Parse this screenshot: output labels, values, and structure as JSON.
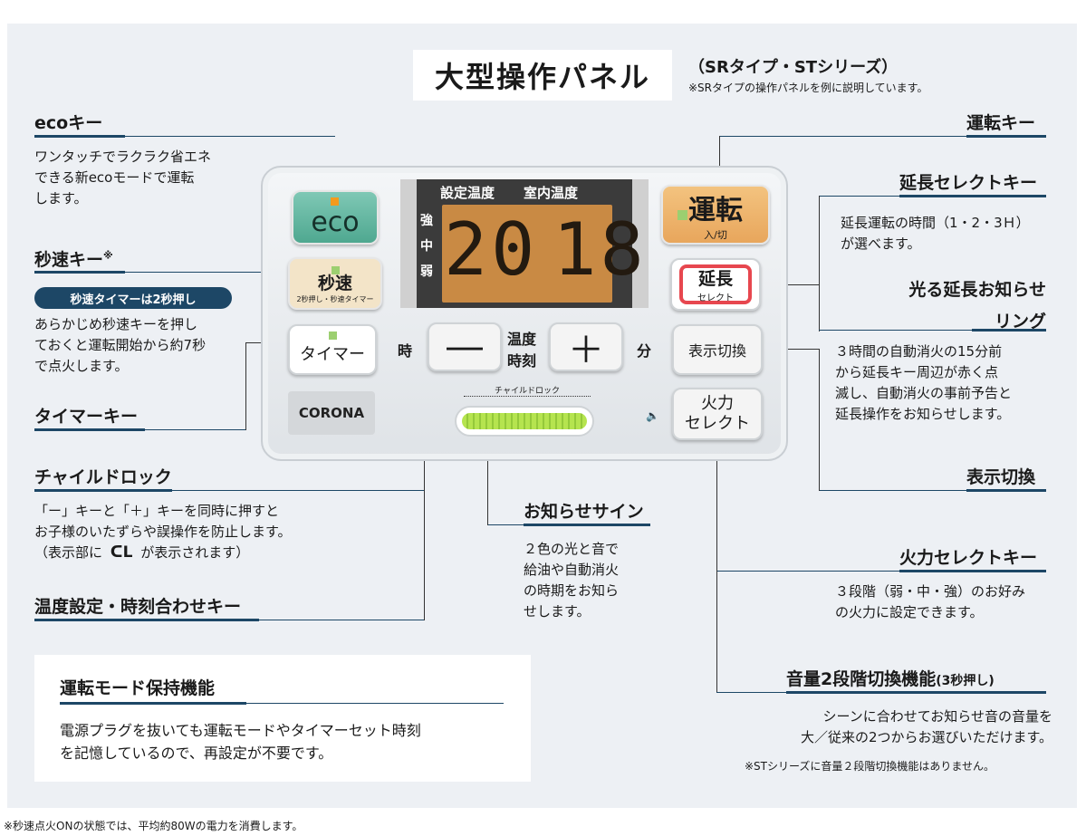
{
  "title": {
    "main": "大型操作パネル",
    "sub": "（SRタイプ・STシリーズ）",
    "note": "※SRタイプの操作パネルを例に説明しています。"
  },
  "left": {
    "eco": {
      "heading": "ecoキー",
      "desc": [
        "ワンタッチでラクラク省エネ",
        "できる新ecoモードで運転",
        "します。"
      ]
    },
    "byosoku": {
      "heading": "秒速キー",
      "mark": "※",
      "badge": "秒速タイマーは2秒押し",
      "desc": [
        "あらかじめ秒速キーを押し",
        "ておくと運転開始から約7秒",
        "で点火します。"
      ]
    },
    "timer": {
      "heading": "タイマーキー"
    },
    "childlock": {
      "heading": "チャイルドロック",
      "desc": [
        "「ー」キーと「＋」キーを同時に押すと",
        "お子様のいたずらや誤操作を防止します。",
        "（表示部に"
      ],
      "cl": "ᑕL",
      "desc_tail": "が表示されます）"
    },
    "ondo": {
      "heading": "温度設定・時刻合わせキー"
    }
  },
  "right": {
    "unten": {
      "heading": "運転キー"
    },
    "encho_select": {
      "heading": "延長セレクトキー",
      "desc": [
        "延長運転の時間（1・2・3Ｈ）",
        "が選べます。"
      ]
    },
    "encho_ring": {
      "heading_1": "光る延長お知らせ",
      "heading_2": "リング",
      "desc": [
        "３時間の自動消火の15分前",
        "から延長キー周辺が赤く点",
        "滅し、自動消火の事前予告と",
        "延長操作をお知らせします。"
      ]
    },
    "hyoji": {
      "heading": "表示切換"
    },
    "karyoku": {
      "heading": "火力セレクトキー",
      "desc": [
        "３段階（弱・中・強）のお好み",
        "の火力に設定できます。"
      ]
    },
    "onryo": {
      "heading": "音量2段階切換機能",
      "heading_small": "(3秒押し)",
      "desc": [
        "シーンに合わせてお知らせ音の音量を",
        "大／従来の2つからお選びいただけます。"
      ],
      "note": "※STシリーズに音量２段階切換機能はありません。"
    }
  },
  "center": {
    "oshirase": {
      "heading": "お知らせサイン",
      "desc": [
        "２色の光と音で",
        "給油や自動消火",
        "の時期をお知ら",
        "せします。"
      ]
    }
  },
  "panel": {
    "eco_label": "eco",
    "byosoku_label": "秒速",
    "byosoku_sub": "2秒押し・秒速タイマー",
    "timer_label": "タイマー",
    "unten_label": "運転",
    "unten_sub": "入/切",
    "encho_label": "延長",
    "encho_sub": "セレクト",
    "hyoji_label": "表示切換",
    "karyoku_label_1": "火力",
    "karyoku_label_2": "セレクト",
    "minus_label": "―",
    "plus_label": "＋",
    "ji": "時",
    "fun": "分",
    "ondo_1": "温度",
    "ondo_2": "時刻",
    "childlock_label": "チャイルドロック",
    "brand": "CORONA",
    "speaker": "🔈",
    "display": {
      "set_label": "設定温度",
      "room_label": "室内温度",
      "levels": [
        "強",
        "中",
        "弱"
      ],
      "set_value": "20",
      "room_value": "18"
    }
  },
  "box": {
    "heading": "運転モード保持機能",
    "desc": [
      "電源プラグを抜いても運転モードやタイマーセット時刻",
      "を記憶しているので、再設定が不要です。"
    ]
  },
  "footnote": "※秒速点火ONの状態では、平均約80Wの電力を消費します。",
  "colors": {
    "accent_navy": "#1d4766",
    "background": "#edf0f4",
    "eco_green": "#5fb39c",
    "unten_orange": "#eeb36c",
    "encho_ring_red": "#e7474f",
    "lcd_amber": "#c98a44",
    "sign_green": "#a6d846"
  }
}
